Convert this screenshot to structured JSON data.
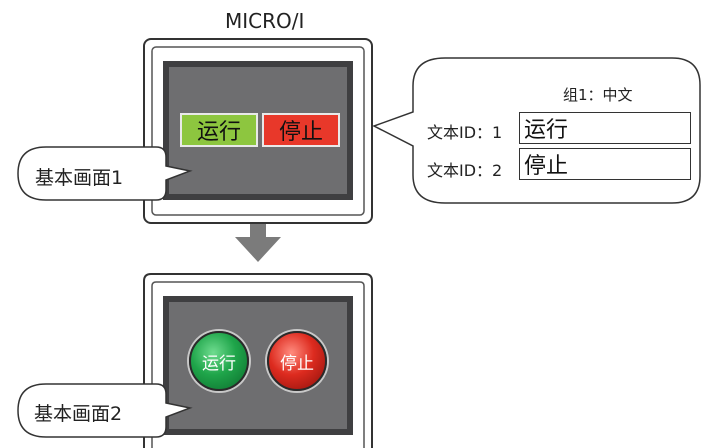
{
  "device": {
    "title": "MICRO/I"
  },
  "screen1": {
    "label": "基本画面1",
    "buttons": [
      {
        "label": "运行",
        "color": "#8dc63f"
      },
      {
        "label": "停止",
        "color": "#e8382a"
      }
    ]
  },
  "screen2": {
    "label": "基本画面2",
    "lamps": [
      {
        "label": "运行",
        "color": "#1fa54a"
      },
      {
        "label": "停止",
        "color": "#dd2b1f"
      }
    ]
  },
  "text_table": {
    "group_label": "组1：中文",
    "rows": [
      {
        "id_label": "文本ID：1",
        "text": "运行"
      },
      {
        "id_label": "文本ID：2",
        "text": "停止"
      }
    ]
  },
  "colors": {
    "arrow": "#7b7b7b",
    "screen_bg": "#6e6e70",
    "device_frame": "#333333"
  }
}
